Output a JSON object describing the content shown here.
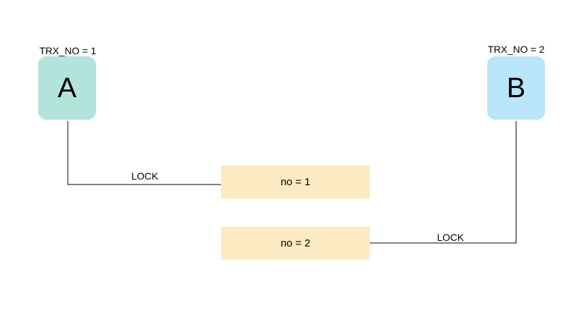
{
  "transactions": [
    {
      "letter": "A",
      "trx_label": "TRX_NO = 1",
      "color": "#b4e3db"
    },
    {
      "letter": "B",
      "trx_label": "TRX_NO = 2",
      "color": "#bae5fb"
    }
  ],
  "records": [
    {
      "label": "no = 1",
      "color": "#fcebc2"
    },
    {
      "label": "no = 2",
      "color": "#fcebc2"
    }
  ],
  "edges": [
    {
      "from": "A",
      "to": "no = 1",
      "label": "LOCK"
    },
    {
      "from": "B",
      "to": "no = 2",
      "label": "LOCK"
    }
  ],
  "line_color": "#000000"
}
